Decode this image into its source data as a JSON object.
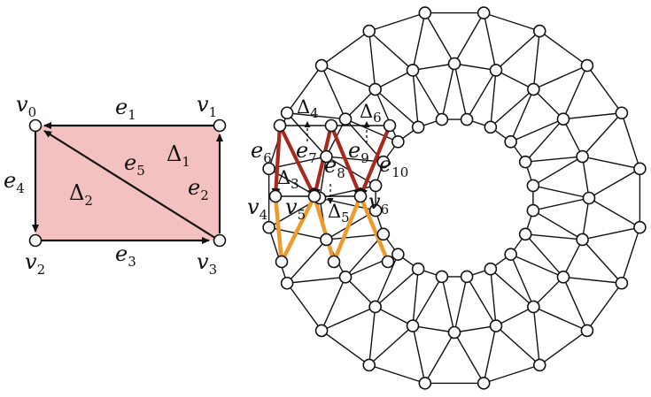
{
  "colors": {
    "fill": "#f4c1c1",
    "edge": "#111111",
    "red_path": "#a8291c",
    "orange_path": "#ee9a2c",
    "node_fill": "#ffffff"
  },
  "left": {
    "vertices": [
      {
        "base": "v",
        "sub": "0"
      },
      {
        "base": "v",
        "sub": "1"
      },
      {
        "base": "v",
        "sub": "2"
      },
      {
        "base": "v",
        "sub": "3"
      }
    ],
    "edges": [
      {
        "base": "e",
        "sub": "1"
      },
      {
        "base": "e",
        "sub": "2"
      },
      {
        "base": "e",
        "sub": "3"
      },
      {
        "base": "e",
        "sub": "4"
      },
      {
        "base": "e",
        "sub": "5"
      }
    ],
    "triangles": [
      {
        "base": "Δ",
        "sub": "1"
      },
      {
        "base": "Δ",
        "sub": "2"
      }
    ]
  },
  "right": {
    "vertices": [
      {
        "base": "v",
        "sub": "4"
      },
      {
        "base": "v",
        "sub": "5"
      },
      {
        "base": "v",
        "sub": "6"
      }
    ],
    "edges": [
      {
        "base": "e",
        "sub": "6"
      },
      {
        "base": "e",
        "sub": "7"
      },
      {
        "base": "e",
        "sub": "8"
      },
      {
        "base": "e",
        "sub": "9"
      },
      {
        "base": "e",
        "sub": "10"
      }
    ],
    "triangles": [
      {
        "base": "Δ",
        "sub": "3"
      },
      {
        "base": "Δ",
        "sub": "4"
      },
      {
        "base": "Δ",
        "sub": "5"
      },
      {
        "base": "Δ",
        "sub": "6"
      }
    ]
  }
}
